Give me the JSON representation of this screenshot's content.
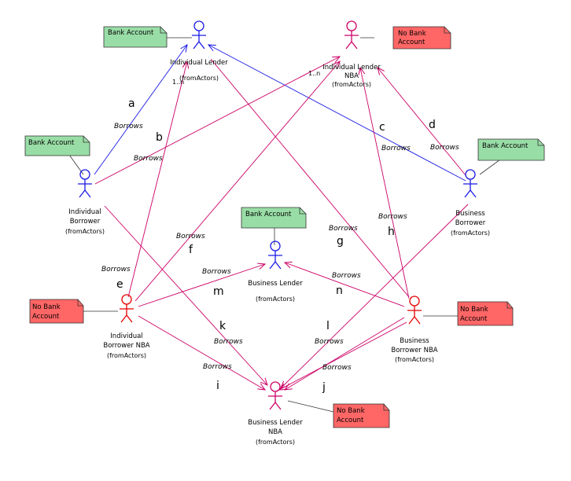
{
  "colors": {
    "blue": "#1a1ae6",
    "red": "#e60000",
    "magenta": "#cc0066",
    "note_green": "#99dda6",
    "note_red": "#ff6666",
    "note_border": "#333333"
  },
  "actors": {
    "individual_lender": {
      "name": "Individual Lender",
      "from": "(fromActors)"
    },
    "individual_lender_nba": {
      "name1": "Individual Lender",
      "name2": "NBA",
      "from": "(fromActors)"
    },
    "individual_borrower": {
      "name1": "Individual",
      "name2": "Borrower",
      "from": "(fromActors)"
    },
    "business_borrower": {
      "name1": "Business",
      "name2": "Borrower",
      "from": "(fromActors)"
    },
    "business_lender": {
      "name": "Business Lender",
      "from": "(fromActors)"
    },
    "individual_borrower_nba": {
      "name1": "Individual",
      "name2": "Borrower NBA",
      "from": "(fromActors)"
    },
    "business_borrower_nba": {
      "name1": "Business",
      "name2": "Borrower NBA",
      "from": "(fromActors)"
    },
    "business_lender_nba": {
      "name1": "Business Lender",
      "name2": "NBA",
      "from": "(fromActors)"
    }
  },
  "notes": {
    "bank_account": "Bank Account",
    "no_bank_line1": "No Bank",
    "no_bank_line2": "Account"
  },
  "relationship": {
    "label": "Borrows",
    "multiplicity": "1..n"
  },
  "letters": {
    "a": "a",
    "b": "b",
    "c": "c",
    "d": "d",
    "e": "e",
    "f": "f",
    "g": "g",
    "h": "h",
    "i": "i",
    "j": "j",
    "k": "k",
    "l": "l",
    "m": "m",
    "n": "n"
  }
}
